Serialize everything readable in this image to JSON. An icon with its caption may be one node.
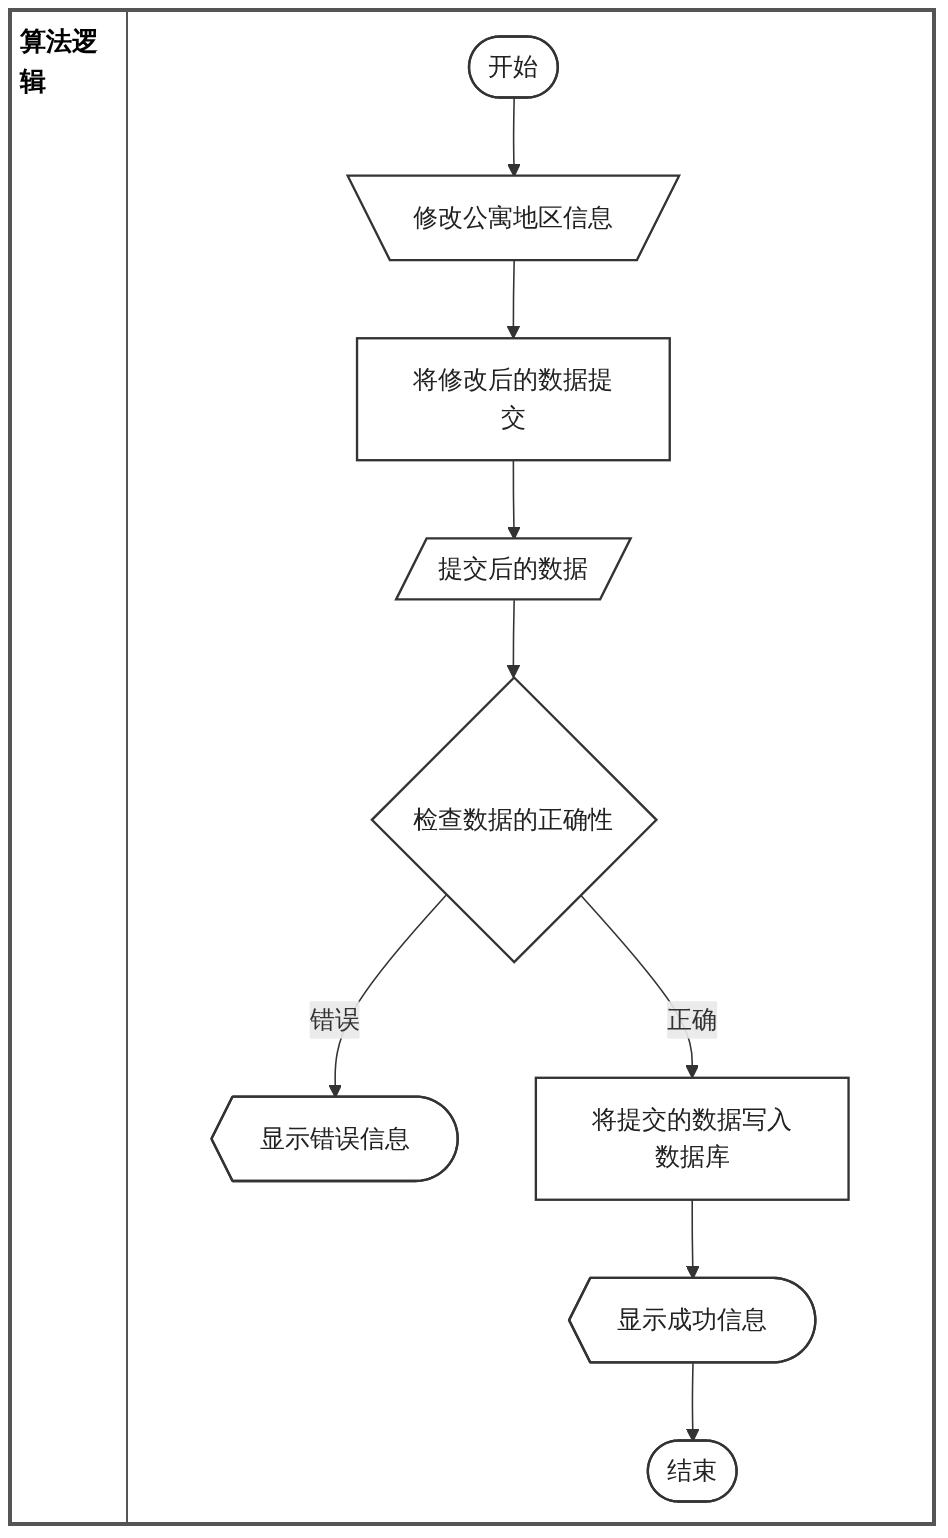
{
  "diagram": {
    "nodes": [
      {
        "text": [
          "开始"
        ]
      },
      {
        "text": [
          "修改公寓地区信息"
        ]
      },
      {
        "text": [
          "将修改后的数据提交"
        ]
      },
      {
        "text": [
          "提交后的数据"
        ]
      },
      {
        "text": [
          "检查数据的正确性"
        ]
      },
      {
        "text": [
          "显示错误信息"
        ]
      },
      {
        "text": [
          "将提交的数据写入数据库"
        ]
      },
      {
        "text": [
          "显示成功信息"
        ]
      },
      {
        "text": [
          "结束"
        ]
      }
    ],
    "edges": [
      {
        "from": 0,
        "to": 1,
        "arrow": "to"
      },
      {
        "from": 1,
        "to": 2,
        "arrow": "to"
      },
      {
        "from": 2,
        "to": 3,
        "arrow": "to"
      },
      {
        "from": 3,
        "to": 4,
        "arrow": "to"
      },
      {
        "from": 4,
        "to": 5,
        "label": "错误",
        "arrow": "to"
      },
      {
        "from": 4,
        "to": 6,
        "label": "正确",
        "arrow": "to"
      },
      {
        "from": 6,
        "to": 7,
        "arrow": "to"
      },
      {
        "from": 7,
        "to": 8,
        "arrow": "to"
      }
    ],
    "labels": [
      "算法逻辑"
    ]
  }
}
